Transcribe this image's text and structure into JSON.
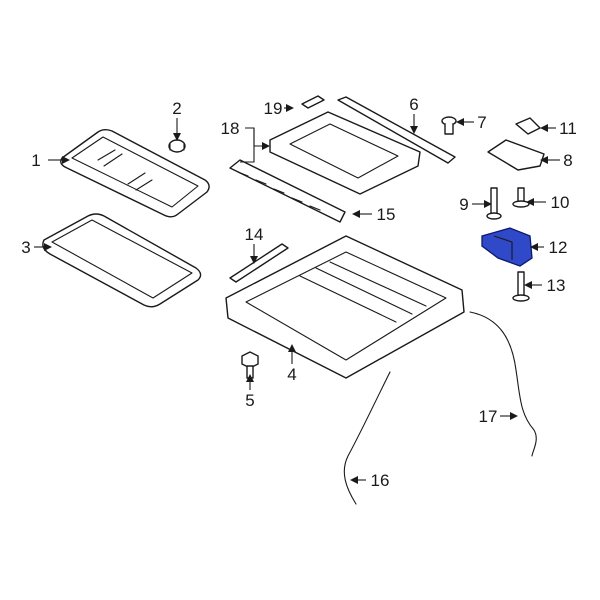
{
  "highlight_color": "#2f49c9",
  "callouts": {
    "c1": "1",
    "c2": "2",
    "c3": "3",
    "c4": "4",
    "c5": "5",
    "c6": "6",
    "c7": "7",
    "c8": "8",
    "c9": "9",
    "c10": "10",
    "c11": "11",
    "c12": "12",
    "c13": "13",
    "c14": "14",
    "c15": "15",
    "c16": "16",
    "c17": "17",
    "c18": "18",
    "c19": "19"
  },
  "highlighted_part": "12"
}
